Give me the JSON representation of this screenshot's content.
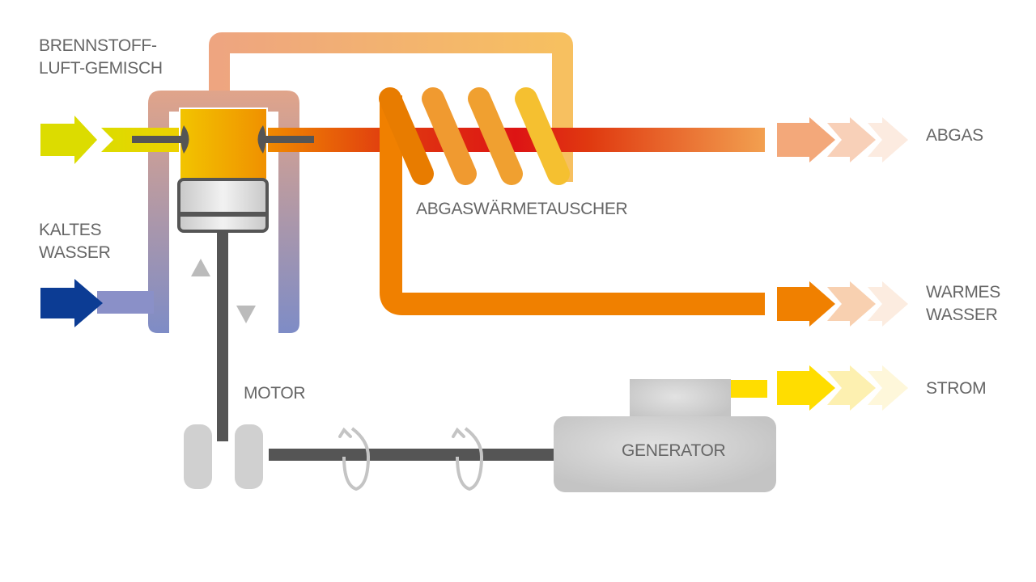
{
  "labels": {
    "fuel_air_1": "BRENNSTOFF-",
    "fuel_air_2": "LUFT-GEMISCH",
    "cold_water_1": "KALTES",
    "cold_water_2": "WASSER",
    "heat_exchanger": "ABGASWÄRMETAUSCHER",
    "exhaust": "ABGAS",
    "warm_water_1": "WARMES",
    "warm_water_2": "WASSER",
    "power": "STROM",
    "motor": "MOTOR",
    "generator": "GENERATOR"
  },
  "colors": {
    "fuel": "#dcdc00",
    "cold_water": "#0c3c94",
    "warm_water": "#f08000",
    "exhaust": "#f3a87a",
    "power": "#ffdd00",
    "mechanics": "#555555",
    "housing": "#c8c8c8"
  }
}
